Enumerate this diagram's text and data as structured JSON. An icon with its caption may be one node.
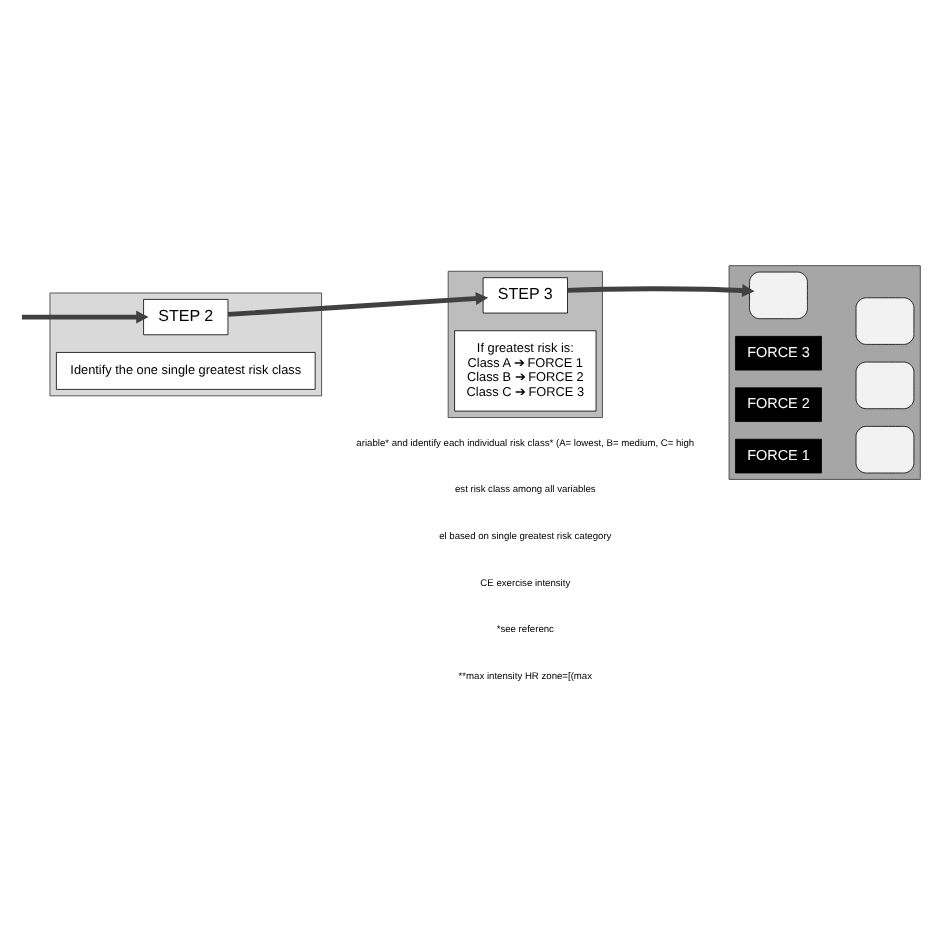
{
  "diagram": {
    "nodes": [
      {
        "text": [],
        "shape": "box"
      },
      {
        "text": [
          "STEP 2"
        ],
        "in": 0
      },
      {
        "text": [
          "Identify the one single greatest risk class"
        ],
        "in": 0
      },
      {
        "text": [],
        "shape": "box"
      },
      {
        "text": [
          "STEP 3"
        ],
        "in": 3
      },
      {
        "text": [
          "If greatest risk is:",
          "Class A ➔ FORCE 1",
          "Class B ➔ FORCE 2",
          "Class C ➔ FORCE 3"
        ],
        "in": 3
      },
      {
        "text": [],
        "shape": "box"
      },
      {
        "text": [],
        "shape": "box",
        "in": 6
      },
      {
        "text": [
          "FORCE 1"
        ],
        "in": 6
      },
      {
        "text": [],
        "shape": "box",
        "in": 6
      },
      {
        "text": [
          "FORCE 2"
        ],
        "in": 6
      },
      {
        "text": [],
        "shape": "box",
        "in": 6
      },
      {
        "text": [
          "FORCE 3"
        ],
        "in": 6
      },
      {
        "text": [],
        "shape": "box",
        "in": 6
      }
    ],
    "edges": [
      {
        "from": null,
        "to": 1,
        "arrow": "to"
      },
      {
        "from": 1,
        "to": 4,
        "arrow": "to"
      },
      {
        "from": 4,
        "to": 7,
        "arrow": "to"
      }
    ],
    "labels": [
      "ariable* and identify each individual risk class* (A= lowest, B= medium, C= high",
      "est risk class among all variables",
      "el based on single greatest risk category",
      "CE exercise intensity",
      "*see referenc",
      "**max intensity HR zone=[(max"
    ]
  }
}
